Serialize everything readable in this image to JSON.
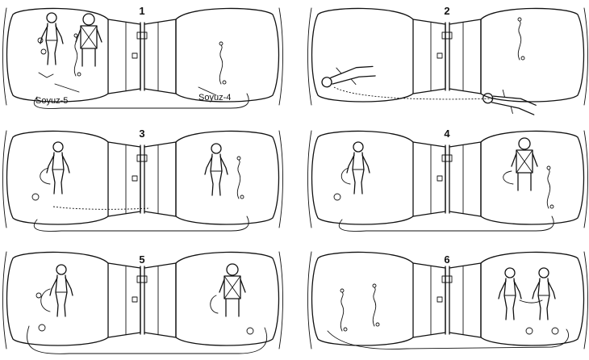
{
  "figure": {
    "panels": [
      {
        "number": "1",
        "labels": {
          "left": "Soyuz-5",
          "right": "Soyuz-4"
        }
      },
      {
        "number": "2"
      },
      {
        "number": "3"
      },
      {
        "number": "4"
      },
      {
        "number": "5"
      },
      {
        "number": "6"
      }
    ]
  }
}
